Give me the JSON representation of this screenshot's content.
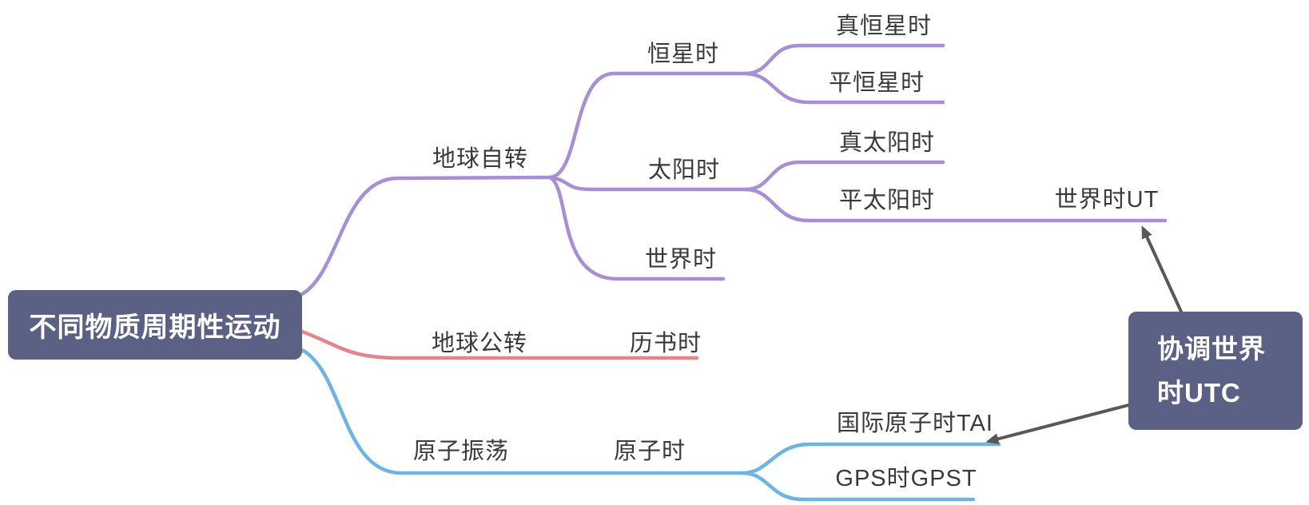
{
  "mindmap": {
    "root": {
      "label": "不同物质周期性运动"
    },
    "branches": [
      {
        "label": "地球自转",
        "color": "#a78fd8",
        "children": [
          {
            "label": "恒星时",
            "children": [
              {
                "label": "真恒星时"
              },
              {
                "label": "平恒星时"
              }
            ]
          },
          {
            "label": "太阳时",
            "children": [
              {
                "label": "真太阳时"
              },
              {
                "label": "平太阳时",
                "children": [
                  {
                    "label": "世界时UT"
                  }
                ]
              }
            ]
          },
          {
            "label": "世界时"
          }
        ]
      },
      {
        "label": "地球公转",
        "color": "#e4858b",
        "children": [
          {
            "label": "历书时"
          }
        ]
      },
      {
        "label": "原子振荡",
        "color": "#6cb4e4",
        "children": [
          {
            "label": "原子时",
            "children": [
              {
                "label": "国际原子时TAI"
              },
              {
                "label": "GPS时GPST"
              }
            ]
          }
        ]
      }
    ],
    "utc_node": {
      "full_label": "协调世界时UTC",
      "lines": [
        "协调世界",
        "时UTC"
      ]
    },
    "colors": {
      "node_bg": "#5a6184",
      "node_text": "#ffffff",
      "label_text": "#3a3a3a",
      "arrow": "#58585a"
    }
  }
}
